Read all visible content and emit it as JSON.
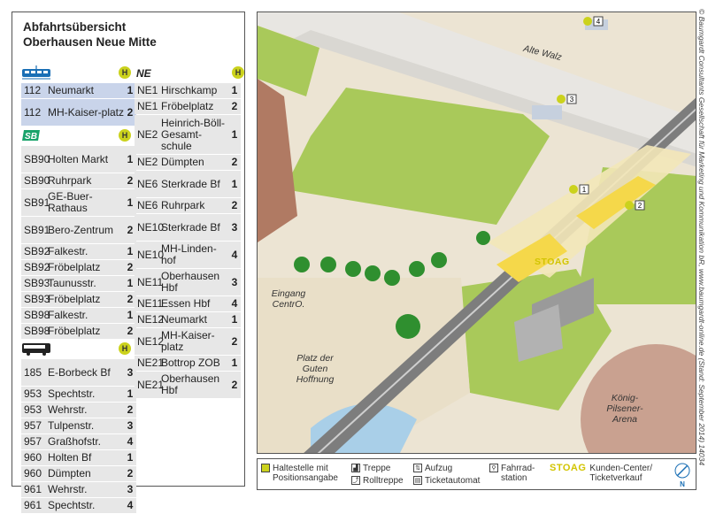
{
  "title_line1": "Abfahrtsübersicht",
  "title_line2": "Oberhausen Neue Mitte",
  "stop_badge": "H",
  "ne_badge": "NE",
  "sb_badge": "SB",
  "tram": [
    {
      "line": "112",
      "dest": "Neumarkt",
      "plat": "1"
    },
    {
      "line": "112",
      "dest": "MH-Kaiser-platz",
      "plat": "2"
    }
  ],
  "schnellbus": [
    {
      "line": "SB90",
      "dest": "Holten Markt",
      "plat": "1"
    },
    {
      "line": "SB90",
      "dest": "Ruhrpark",
      "plat": "2"
    },
    {
      "line": "SB91",
      "dest": "GE-Buer-Rathaus",
      "plat": "1"
    },
    {
      "line": "SB91",
      "dest": "Bero-Zentrum",
      "plat": "2"
    },
    {
      "line": "SB92",
      "dest": "Falkestr.",
      "plat": "1"
    },
    {
      "line": "SB92",
      "dest": "Fröbelplatz",
      "plat": "2"
    },
    {
      "line": "SB93",
      "dest": "Taunusstr.",
      "plat": "1"
    },
    {
      "line": "SB93",
      "dest": "Fröbelplatz",
      "plat": "2"
    },
    {
      "line": "SB98",
      "dest": "Falkestr.",
      "plat": "1"
    },
    {
      "line": "SB98",
      "dest": "Fröbelplatz",
      "plat": "2"
    }
  ],
  "bus": [
    {
      "line": "185",
      "dest": "E-Borbeck Bf",
      "plat": "3"
    },
    {
      "line": "953",
      "dest": "Spechtstr.",
      "plat": "1"
    },
    {
      "line": "953",
      "dest": "Wehrstr.",
      "plat": "2"
    },
    {
      "line": "957",
      "dest": "Tulpenstr.",
      "plat": "3"
    },
    {
      "line": "957",
      "dest": "Graßhofstr.",
      "plat": "4"
    },
    {
      "line": "960",
      "dest": "Holten Bf",
      "plat": "1"
    },
    {
      "line": "960",
      "dest": "Dümpten",
      "plat": "2"
    },
    {
      "line": "961",
      "dest": "Wehrstr.",
      "plat": "3"
    },
    {
      "line": "961",
      "dest": "Spechtstr.",
      "plat": "4"
    }
  ],
  "nachtexpress": [
    {
      "line": "NE1",
      "dest": "Hirschkamp",
      "plat": "1"
    },
    {
      "line": "NE1",
      "dest": "Fröbelplatz",
      "plat": "2"
    },
    {
      "line": "NE2",
      "dest": "Heinrich-Böll-Gesamt-schule",
      "plat": "1"
    },
    {
      "line": "NE2",
      "dest": "Dümpten",
      "plat": "2"
    },
    {
      "line": "NE6",
      "dest": "Sterkrade Bf",
      "plat": "1"
    },
    {
      "line": "NE6",
      "dest": "Ruhrpark",
      "plat": "2"
    },
    {
      "line": "NE10",
      "dest": "Sterkrade Bf",
      "plat": "3"
    },
    {
      "line": "NE10",
      "dest": "MH-Linden-hof",
      "plat": "4"
    },
    {
      "line": "NE11",
      "dest": "Oberhausen Hbf",
      "plat": "3"
    },
    {
      "line": "NE11",
      "dest": "Essen Hbf",
      "plat": "4"
    },
    {
      "line": "NE12",
      "dest": "Neumarkt",
      "plat": "1"
    },
    {
      "line": "NE12",
      "dest": "MH-Kaiser-platz",
      "plat": "2"
    },
    {
      "line": "NE21",
      "dest": "Bottrop ZOB",
      "plat": "1"
    },
    {
      "line": "NE21",
      "dest": "Oberhausen Hbf",
      "plat": "2"
    }
  ],
  "map": {
    "street": "Alte Walz",
    "entrance": "Eingang CentrO.",
    "square": "Platz der Guten Hoffnung",
    "arena": "König-Pilsener-Arena",
    "stoag": "STOAG",
    "stop_numbers": [
      "4",
      "3",
      "1",
      "2"
    ]
  },
  "legend": {
    "haltestelle": "Haltestelle mit Positionsangabe",
    "treppe": "Treppe",
    "rolltreppe": "Rolltreppe",
    "aufzug": "Aufzug",
    "ticketautomat": "Ticketautomat",
    "fahrradstation": "Fahrrad-station",
    "stoag": "STOAG",
    "kundencenter": "Kunden-Center/ Ticketverkauf",
    "north": "N"
  },
  "credit": "© Baumgardt Consultants Gesellschaft für Marketing und Kommunikation bR, www.baumgardt-online.de (Stand: September 2014) 14034",
  "colors": {
    "tram_row": "#c9d4ea",
    "row": "#e7e7e7",
    "stop_yellow": "#cbd21d",
    "grass": "#a9c95a",
    "platform_yellow": "#f5d84a",
    "stoag": "#d2c400"
  }
}
